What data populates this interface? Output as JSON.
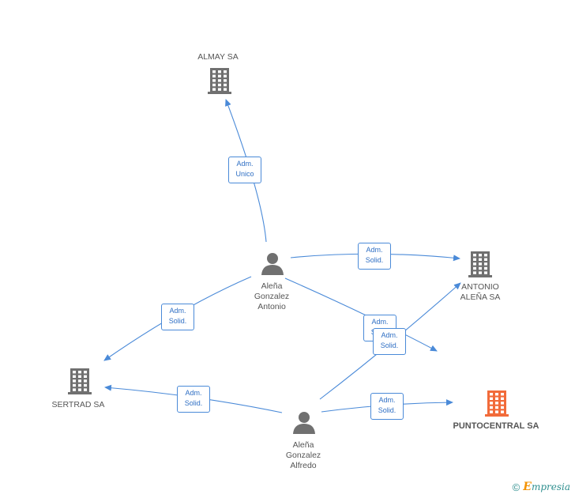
{
  "nodes": {
    "almay": {
      "label": "ALMAY SA",
      "kind": "company",
      "color": "#707070"
    },
    "antonio_alena": {
      "label": "ANTONIO\nALEÑA SA",
      "kind": "company",
      "color": "#707070"
    },
    "sertrad": {
      "label": "SERTRAD SA",
      "kind": "company",
      "color": "#707070"
    },
    "puntocentral": {
      "label": "PUNTOCENTRAL SA",
      "kind": "company",
      "color": "#f26b3a",
      "focus": true
    },
    "person_antonio": {
      "label": "Aleña\nGonzalez\nAntonio",
      "kind": "person",
      "color": "#707070"
    },
    "person_alfredo": {
      "label": "Aleña\nGonzalez\nAlfredo",
      "kind": "person",
      "color": "#707070"
    }
  },
  "edges": [
    {
      "from": "person_antonio",
      "to": "almay",
      "label": "Adm.\nUnico"
    },
    {
      "from": "person_antonio",
      "to": "antonio_alena",
      "label": "Adm.\nSolid."
    },
    {
      "from": "person_antonio",
      "to": "sertrad",
      "label": "Adm.\nSolid."
    },
    {
      "from": "person_antonio",
      "to": "puntocentral",
      "label": "Adm.\nSolid."
    },
    {
      "from": "person_alfredo",
      "to": "antonio_alena",
      "label": "Adm.\nSolid."
    },
    {
      "from": "person_alfredo",
      "to": "sertrad",
      "label": "Adm.\nSolid."
    },
    {
      "from": "person_alfredo",
      "to": "puntocentral",
      "label": "Adm.\nSolid."
    }
  ],
  "colors": {
    "edge": "#4a8ad8",
    "badge_text": "#2f6fc4"
  },
  "footer": {
    "copyright": "©",
    "brand_initial": "E",
    "brand_rest": "mpresia"
  }
}
